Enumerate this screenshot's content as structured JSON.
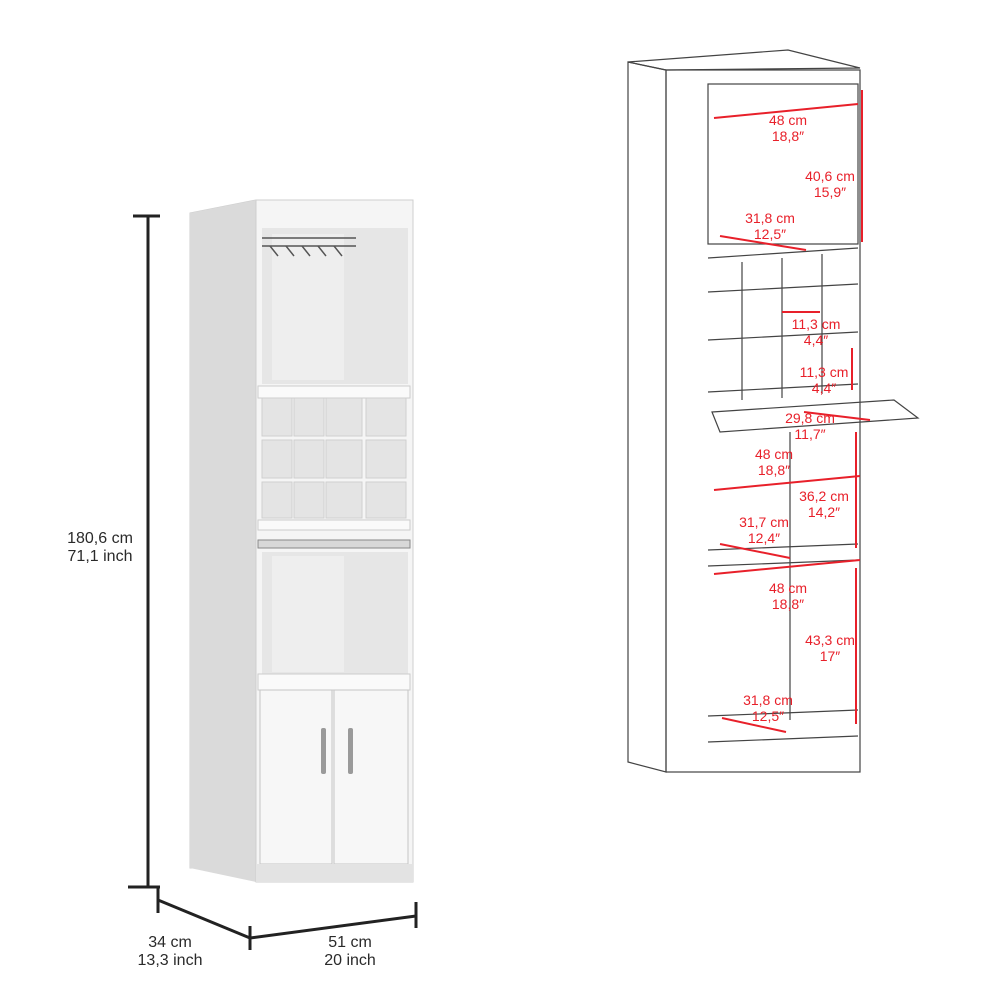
{
  "colors": {
    "outline": "#4a4a4a",
    "dimension_dark": "#222222",
    "dimension_red": "#e8202a",
    "panel": "#f2f2f2",
    "shade": "#dcdcdc"
  },
  "overall": {
    "height": {
      "cm": "180,6 cm",
      "inch": "71,1 inch"
    },
    "depth": {
      "cm": "34 cm",
      "inch": "13,3 inch"
    },
    "width": {
      "cm": "51 cm",
      "inch": "20 inch"
    }
  },
  "interior": {
    "top_width": {
      "cm": "48 cm",
      "inch": "18,8″"
    },
    "top_height": {
      "cm": "40,6 cm",
      "inch": "15,9″"
    },
    "top_depth": {
      "cm": "31,8 cm",
      "inch": "12,5″"
    },
    "cubby_width": {
      "cm": "11,3 cm",
      "inch": "4,4″"
    },
    "cubby_height": {
      "cm": "11,3 cm",
      "inch": "4,4″"
    },
    "tray_depth": {
      "cm": "29,8 cm",
      "inch": "11,7″"
    },
    "middle_width": {
      "cm": "48 cm",
      "inch": "18,8″"
    },
    "middle_height": {
      "cm": "36,2 cm",
      "inch": "14,2″"
    },
    "middle_depth": {
      "cm": "31,7 cm",
      "inch": "12,4″"
    },
    "bottom_width": {
      "cm": "48 cm",
      "inch": "18,8″"
    },
    "bottom_height": {
      "cm": "43,3 cm",
      "inch": "17″"
    },
    "bottom_depth": {
      "cm": "31,8 cm",
      "inch": "12,5″"
    }
  }
}
